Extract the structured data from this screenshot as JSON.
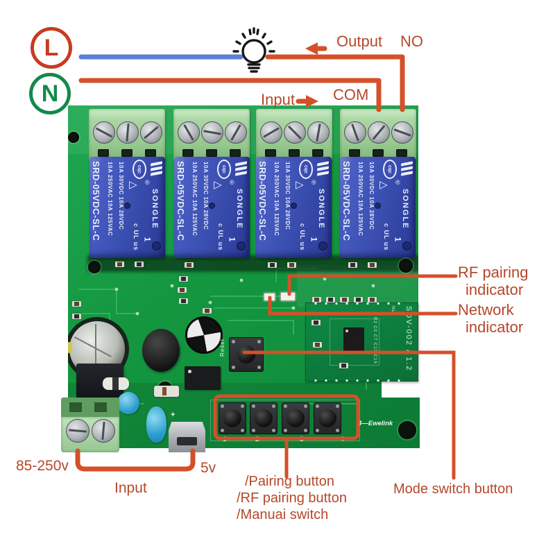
{
  "colors": {
    "annotation_text": "#b5472a",
    "annotation_line": "#d4502a",
    "wire_blue": "#5b7ed6",
    "l_ring": "#c63c20",
    "n_ring": "#128a4c",
    "pcb_green": "#14963f",
    "relay_blue": "#3d52b5"
  },
  "wiring": {
    "l": "L",
    "n": "N",
    "output": "Output",
    "no": "NO",
    "input_top": "Input",
    "com": "COM"
  },
  "callouts": {
    "rf1": "RF pairing",
    "rf2": "indicator",
    "net1": "Network",
    "net2": "indicator",
    "mode": "Mode switch button",
    "pairing": "/Pairing button",
    "rf_pairing": "/RF pairing button",
    "manual": "/Manuai switch",
    "ac": "85-250v",
    "dc": "5v",
    "input": "Input"
  },
  "board": {
    "relay": {
      "model": "SRD-05VDC-SL-C",
      "rating1": "10A 250VAC 10A 125VAC",
      "rating2": "10A 30VDC 10A 28VDC",
      "brand": "SONGLE",
      "reg": "®",
      "cert": "cqc",
      "tri": "△",
      "ul": "c UL us",
      "one": "1"
    },
    "reset": "Reset",
    "module_marking": "SDV-002 / 1.2",
    "module_refs": "R2 C2 C7 C13 C15",
    "module_pin": "N1A",
    "ewelink": "4—Ewelink",
    "usb_mark": "+",
    "buttons": [
      "1",
      "2",
      "3",
      "4"
    ]
  }
}
